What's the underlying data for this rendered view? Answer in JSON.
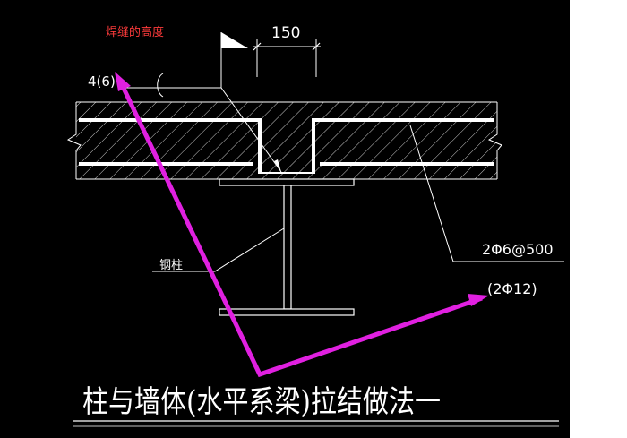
{
  "annotation": {
    "weld_height_note": "焊缝的高度"
  },
  "dimensions": {
    "top_width": "150"
  },
  "labels": {
    "weld_size": "4(6)",
    "steel_column": "钢柱",
    "tie_bar": "2Φ6@500",
    "tie_bar_alt": "(2Φ12)"
  },
  "title": {
    "text": "柱与墙体(水平系梁)拉结做法一"
  },
  "colors": {
    "background": "#000000",
    "lines": "#ffffff",
    "note": "#ff3b3b",
    "arrow": "#e020e0"
  }
}
